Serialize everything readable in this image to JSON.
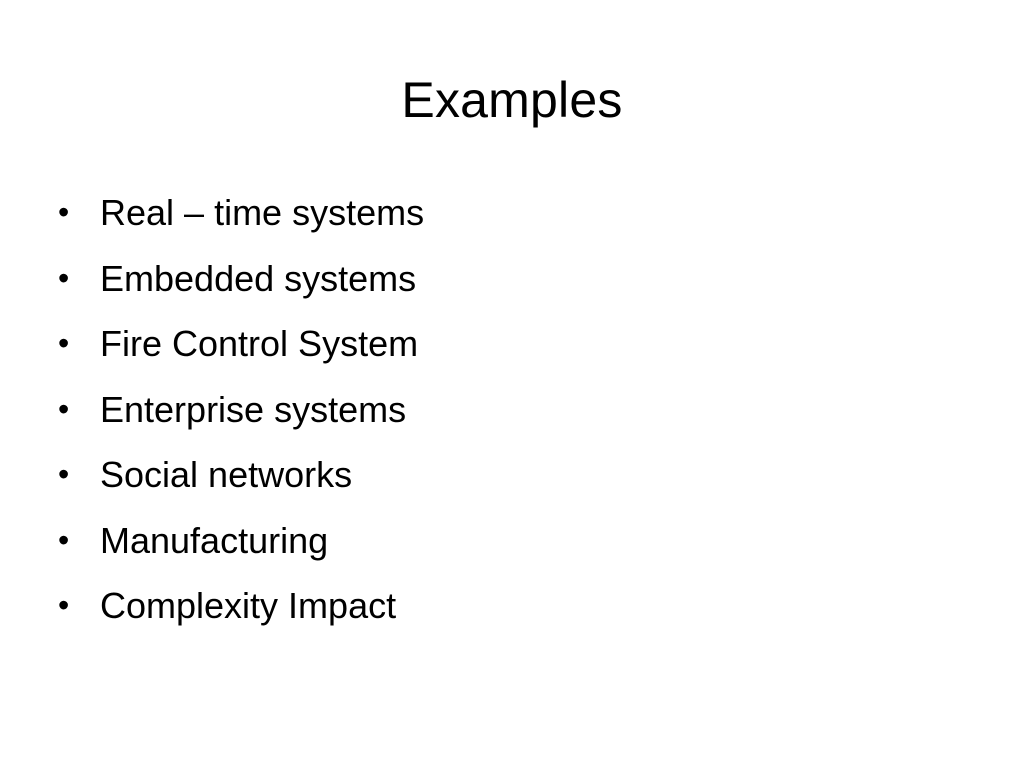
{
  "slide": {
    "title": "Examples",
    "bullet_symbol": "•",
    "items": [
      "Real – time systems",
      "Embedded systems",
      "Fire Control System",
      "Enterprise systems",
      "Social networks",
      "Manufacturing",
      "Complexity Impact"
    ]
  }
}
